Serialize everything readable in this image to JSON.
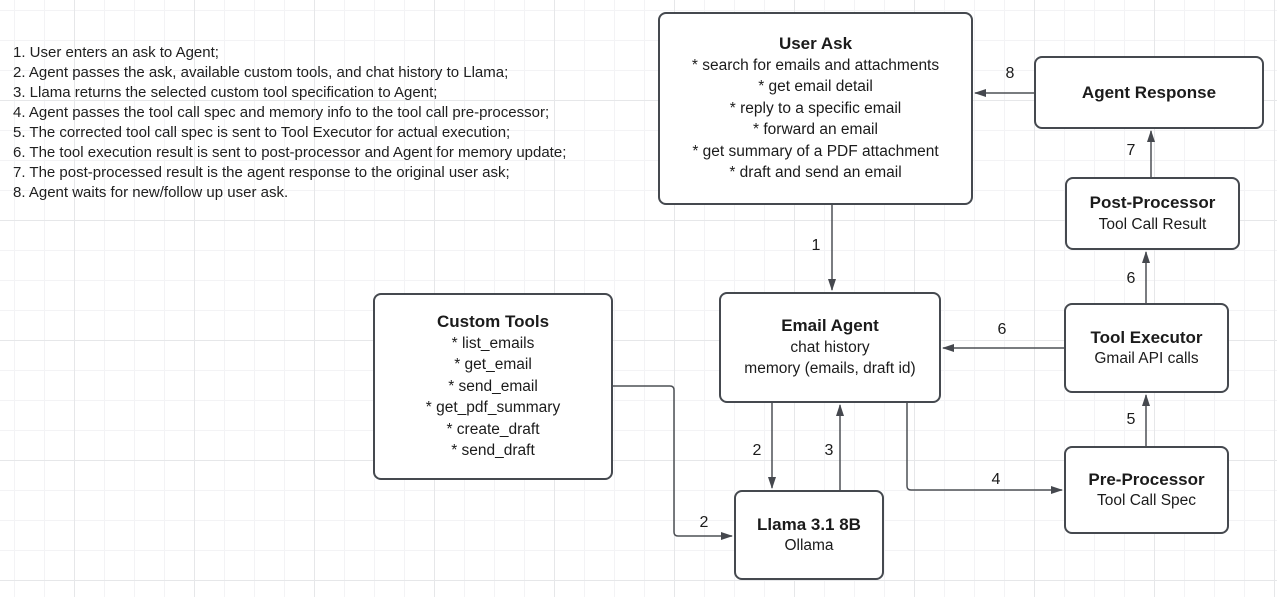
{
  "colors": {
    "background": "#ffffff",
    "grid_minor": "#f3f3f5",
    "grid_major": "#e6e7e9",
    "node_border": "#45494f",
    "node_fill": "#ffffff",
    "arrow": "#4d5055",
    "text": "#1b1b1b"
  },
  "notes": {
    "lines": [
      "1. User enters an ask to Agent;",
      "2. Agent passes the ask, available custom tools, and chat history to Llama;",
      "3. Llama returns the selected custom tool specification to Agent;",
      "4. Agent passes the tool call spec and memory info to the tool call pre-processor;",
      "5. The corrected tool call spec is sent to Tool Executor for actual execution;",
      "6. The tool execution result is sent to post-processor and Agent for memory update;",
      "7. The post-processed result is the agent response to the original user ask;",
      "8. Agent waits for new/follow up user ask."
    ]
  },
  "nodes": {
    "user_ask": {
      "title": "User Ask",
      "items": [
        "* search for emails and attachments",
        "* get email detail",
        "* reply to a specific email",
        "* forward an email",
        "* get summary of a PDF attachment",
        "* draft and send an email"
      ]
    },
    "agent_response": {
      "title": "Agent Response"
    },
    "post_processor": {
      "title": "Post-Processor",
      "subtitle": "Tool Call Result"
    },
    "tool_executor": {
      "title": "Tool Executor",
      "subtitle": "Gmail API calls"
    },
    "pre_processor": {
      "title": "Pre-Processor",
      "subtitle": "Tool Call Spec"
    },
    "email_agent": {
      "title": "Email Agent",
      "lines": [
        "chat history",
        "memory (emails, draft id)"
      ]
    },
    "custom_tools": {
      "title": "Custom Tools",
      "items": [
        "* list_emails",
        "* get_email",
        "* send_email",
        "* get_pdf_summary",
        "* create_draft",
        "* send_draft"
      ]
    },
    "llama": {
      "title": "Llama 3.1 8B",
      "subtitle": "Ollama"
    }
  },
  "edges": [
    {
      "from": "user_ask",
      "to": "email_agent",
      "label": "1"
    },
    {
      "from": "email_agent",
      "to": "llama",
      "label": "2"
    },
    {
      "from": "custom_tools",
      "to": "llama",
      "label": "2"
    },
    {
      "from": "llama",
      "to": "email_agent",
      "label": "3"
    },
    {
      "from": "email_agent",
      "to": "pre_processor",
      "label": "4"
    },
    {
      "from": "pre_processor",
      "to": "tool_executor",
      "label": "5"
    },
    {
      "from": "tool_executor",
      "to": "email_agent",
      "label": "6"
    },
    {
      "from": "tool_executor",
      "to": "post_processor",
      "label": "6"
    },
    {
      "from": "post_processor",
      "to": "agent_response",
      "label": "7"
    },
    {
      "from": "agent_response",
      "to": "user_ask",
      "label": "8"
    }
  ]
}
